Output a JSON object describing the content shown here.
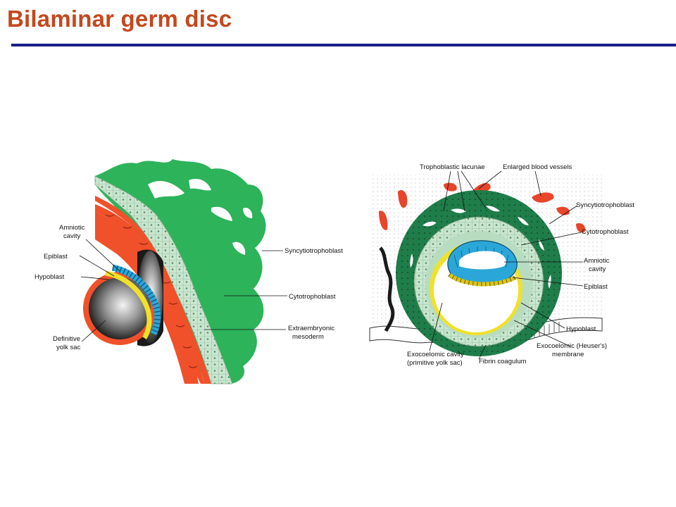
{
  "title": "Bilaminar germ disc",
  "colors": {
    "title": "#c4481e",
    "rule": "#1a1f8a",
    "syncytiotrophoblast": "#2db35a",
    "cytotrophoblast": "#c9e6cf",
    "mesoderm": "#f0502a",
    "epiblast": "#2aa7d8",
    "hypoblast": "#f0e12a",
    "yolk_sac_dark": "#1a1a1a"
  },
  "left_figure": {
    "labels": {
      "amniotic": "Amniotic",
      "cavity": "cavity",
      "epiblast": "Epiblast",
      "hypoblast": "Hypoblast",
      "definitive": "Definitive",
      "yolk_sac": "yolk sac",
      "syncytiotrophoblast": "Syncytiotrophoblast",
      "cytotrophoblast": "Cytotrophoblast",
      "extraembryonic": "Extraembryonic",
      "mesoderm": "mesoderm"
    }
  },
  "right_figure": {
    "labels": {
      "trophoblastic_lacunae": "Trophoblastic lacunae",
      "enlarged_blood_vessels": "Enlarged blood vessels",
      "syncytiotrophoblast": "Syncytiotrophoblast",
      "cytotrophoblast": "Cytotrophoblast",
      "amniotic": "Amniotic",
      "cavity": "cavity",
      "epiblast": "Epiblast",
      "hypoblast": "Hypoblast",
      "exocoelomic_heusers": "Exocoelomic (Heuser's)",
      "membrane": "membrane",
      "fibrin_coagulum": "Fibrin coagulum",
      "exocoelomic_cavity": "Exocoelomic cavity",
      "primitive_yolk_sac": "(primitive yolk sac)"
    }
  }
}
